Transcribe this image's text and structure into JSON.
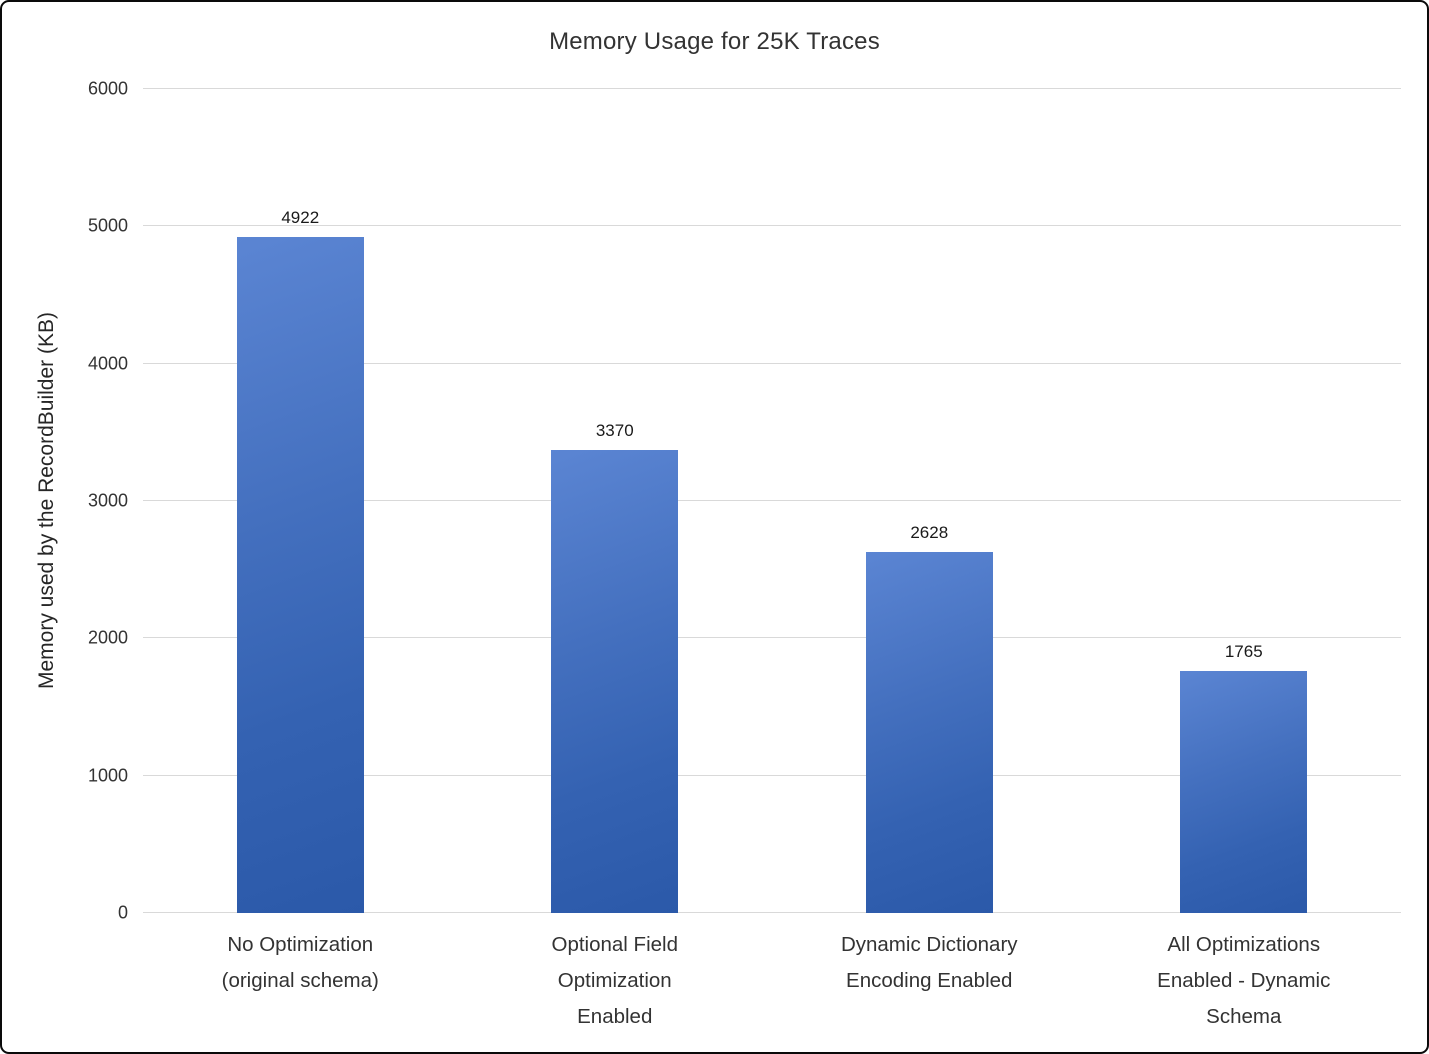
{
  "chart_data": {
    "type": "bar",
    "title": "Memory Usage for 25K Traces",
    "xlabel": "",
    "ylabel": "Memory used by the RecordBuilder (KB)",
    "categories": [
      "No Optimization\n(original schema)",
      "Optional Field\nOptimization\nEnabled",
      "Dynamic Dictionary\nEncoding Enabled",
      "All Optimizations\nEnabled - Dynamic\nSchema"
    ],
    "values": [
      4922,
      3370,
      2628,
      1765
    ],
    "data_labels": [
      "4922",
      "3370",
      "2628",
      "1765"
    ],
    "ylim": [
      0,
      6000
    ],
    "yticks": [
      0,
      1000,
      2000,
      3000,
      4000,
      5000,
      6000
    ],
    "grid": true,
    "legend": "none",
    "colors": {
      "bar_top": "#5b85d3",
      "bar_bottom": "#2b59a9",
      "gridline": "#d9d9d9",
      "text": "#333333",
      "background": "#ffffff",
      "border": "#0a0a0a"
    }
  }
}
